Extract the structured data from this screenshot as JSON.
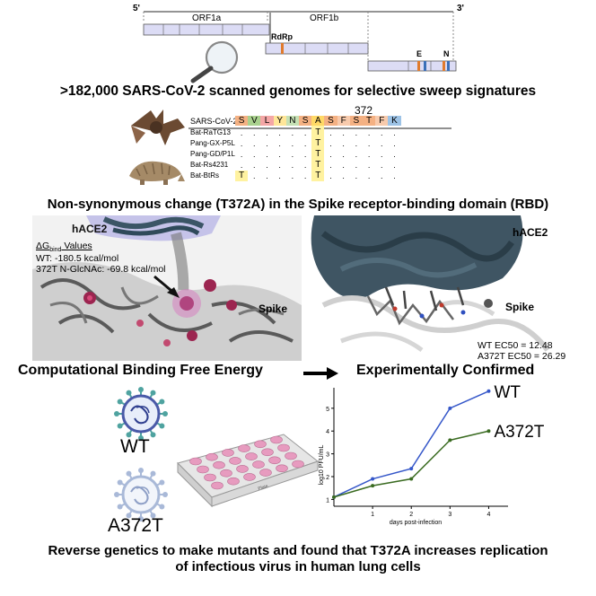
{
  "genome": {
    "five_prime": "5'",
    "three_prime": "3'",
    "orf1a": "ORF1a",
    "orf1b": "ORF1b",
    "rdrp": "RdRp",
    "e": "E",
    "n": "N"
  },
  "heading1": ">182,000 SARS-CoV-2 scanned genomes for selective sweep signatures",
  "alignment": {
    "position": "372",
    "reference_name": "SARS-CoV-2",
    "reference_residues": [
      "S",
      "V",
      "L",
      "Y",
      "N",
      "S",
      "A",
      "S",
      "F",
      "S",
      "T",
      "F",
      "K"
    ],
    "residue_colors": [
      "#f4b183",
      "#a9d18e",
      "#f4a6a6",
      "#ffe699",
      "#c5e0b4",
      "#f4b183",
      "#ffd966",
      "#f4b183",
      "#f8cbad",
      "#f4b183",
      "#f4b183",
      "#f8cbad",
      "#9dc3e6"
    ],
    "rows": [
      {
        "name": "Bat-RaTG13",
        "cells": [
          ".",
          ".",
          ".",
          ".",
          ".",
          ".",
          "T",
          ".",
          ".",
          ".",
          ".",
          ".",
          "."
        ]
      },
      {
        "name": "Pang-GX-P5L",
        "cells": [
          ".",
          ".",
          ".",
          ".",
          ".",
          ".",
          "T",
          ".",
          ".",
          ".",
          ".",
          ".",
          "."
        ]
      },
      {
        "name": "Pang-GD/P1L",
        "cells": [
          ".",
          ".",
          ".",
          ".",
          ".",
          ".",
          "T",
          ".",
          ".",
          ".",
          ".",
          ".",
          "."
        ]
      },
      {
        "name": "Bat-Rs4231",
        "cells": [
          ".",
          ".",
          ".",
          ".",
          ".",
          ".",
          "T",
          ".",
          ".",
          ".",
          ".",
          ".",
          "."
        ]
      },
      {
        "name": "Bat-BtRs",
        "cells": [
          "T",
          ".",
          ".",
          ".",
          ".",
          ".",
          "T",
          ".",
          ".",
          ".",
          ".",
          ".",
          "."
        ]
      }
    ],
    "highlight": "#fff2a0"
  },
  "heading2": "Non-synonymous change (T372A) in the Spike receptor-binding domain (RBD)",
  "left_panel": {
    "hace2": "hACE2",
    "dg_title_pre": "ΔG",
    "dg_title_sub": "bind",
    "dg_title_post": " Values",
    "wt_line": "WT: -180.5 kcal/mol",
    "mut_line": "372T N-GlcNAc: -69.8 kcal/mol",
    "spike": "Spike"
  },
  "right_panel": {
    "hace2": "hACE2",
    "spike": "Spike",
    "wt_ec50": "WT EC50 = 12.48",
    "mut_ec50": "A372T EC50 = 26.29"
  },
  "heading3_left": "Computational Binding Free Energy",
  "heading3_right": "Experimentally Confirmed",
  "virus_wt": "WT",
  "virus_mut": "A372T",
  "plate_text": "Plate",
  "chart_data": {
    "type": "line",
    "xlabel": "days post-infection",
    "ylabel": "log10 PFU/mL",
    "x": [
      0,
      1,
      2,
      3,
      4
    ],
    "x_tick_labels": [
      "1",
      "2",
      "3",
      "4"
    ],
    "y_tick_labels": [
      "1",
      "2",
      "3",
      "4",
      "5"
    ],
    "xlim": [
      0,
      4.5
    ],
    "ylim": [
      0.7,
      5.9
    ],
    "series": [
      {
        "name": "WT",
        "color": "#3557c9",
        "values": [
          1.1,
          1.9,
          2.35,
          5.0,
          5.75
        ]
      },
      {
        "name": "A372T",
        "color": "#3a6b21",
        "values": [
          1.1,
          1.6,
          1.9,
          3.6,
          4.0
        ]
      }
    ]
  },
  "footer_line1": "Reverse genetics to make mutants and found that T372A increases replication",
  "footer_line2": "of infectious virus in human lung cells"
}
